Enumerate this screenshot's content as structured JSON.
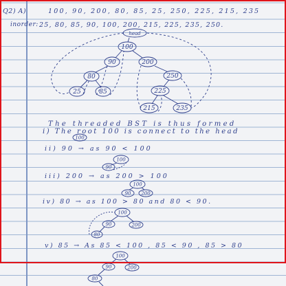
{
  "question": {
    "label": "Q2) A)",
    "sequence": "100, 90, 200, 80, 85, 25, 250, 225, 215, 235"
  },
  "inorder": {
    "label": "inorder:",
    "values": "25, 80, 85, 90, 100, 200, 215, 225, 235, 250."
  },
  "tree": {
    "head": "head",
    "nodes": {
      "n100": "100",
      "n90": "90",
      "n200": "200",
      "n80": "80",
      "n250": "250",
      "n25": "25",
      "n85": "85",
      "n225": "225",
      "n215": "215",
      "n235": "235"
    }
  },
  "text": {
    "heading": "The threaded BST is thus formed",
    "step1": "i) The root 100 is connect to the head",
    "step1_node": "100",
    "step2": "ii) 90 → as 90 < 100",
    "step3": "iii) 200 → as 200 > 100",
    "step4": "iv) 80 → as 100 > 80 and 80 < 90.",
    "step5": "v) 85 → As 85 < 100 , 85 < 90 , 85 > 80"
  },
  "mini_trees": {
    "t2": {
      "a": "100",
      "b": "90"
    },
    "t3": {
      "a": "100",
      "b": "90",
      "c": "200"
    },
    "t4": {
      "a": "100",
      "b": "90",
      "c": "200",
      "d": "80"
    },
    "t5": {
      "a": "100",
      "b": "90",
      "c": "200",
      "d": "80"
    }
  },
  "colors": {
    "ink": "#2e3f8c",
    "rule": "#9fb4d4",
    "margin": "#7d95c4",
    "frame": "#e0141b"
  }
}
